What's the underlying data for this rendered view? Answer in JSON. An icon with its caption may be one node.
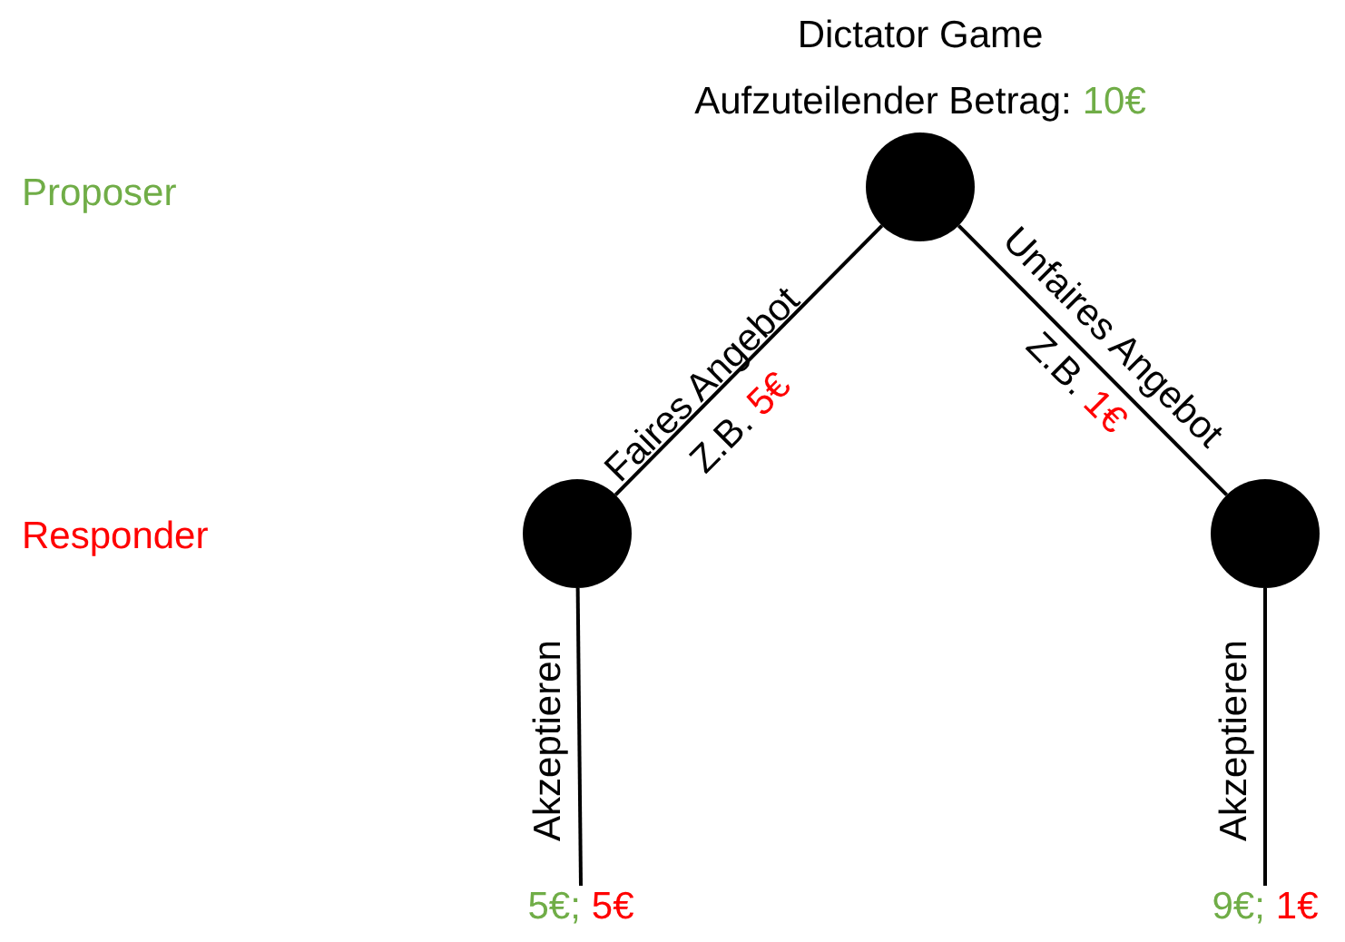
{
  "diagram": {
    "title": "Dictator Game",
    "nodes": [
      {
        "text": [],
        "shape": "circle"
      },
      {
        "text": [],
        "shape": "circle"
      },
      {
        "text": [],
        "shape": "circle"
      },
      {
        "text": [
          "5€;",
          "5€"
        ]
      },
      {
        "text": [
          "9€;",
          "1€"
        ]
      }
    ],
    "edges": [
      {
        "from": 0,
        "to": 1,
        "arrow": "none",
        "label": "Faires Angebot"
      },
      {
        "from": 0,
        "to": 2,
        "arrow": "none",
        "label": "Unfaires Angebot"
      },
      {
        "from": 1,
        "to": 3,
        "arrow": "none",
        "label": "Akzeptieren"
      },
      {
        "from": 2,
        "to": 4,
        "arrow": "none",
        "label": "Akzeptieren"
      }
    ],
    "labels": [
      "Aufzuteilender Betrag:",
      "10€",
      "Proposer",
      "Responder",
      "Z.B.",
      "5€",
      "Z.B.",
      "1€"
    ]
  }
}
